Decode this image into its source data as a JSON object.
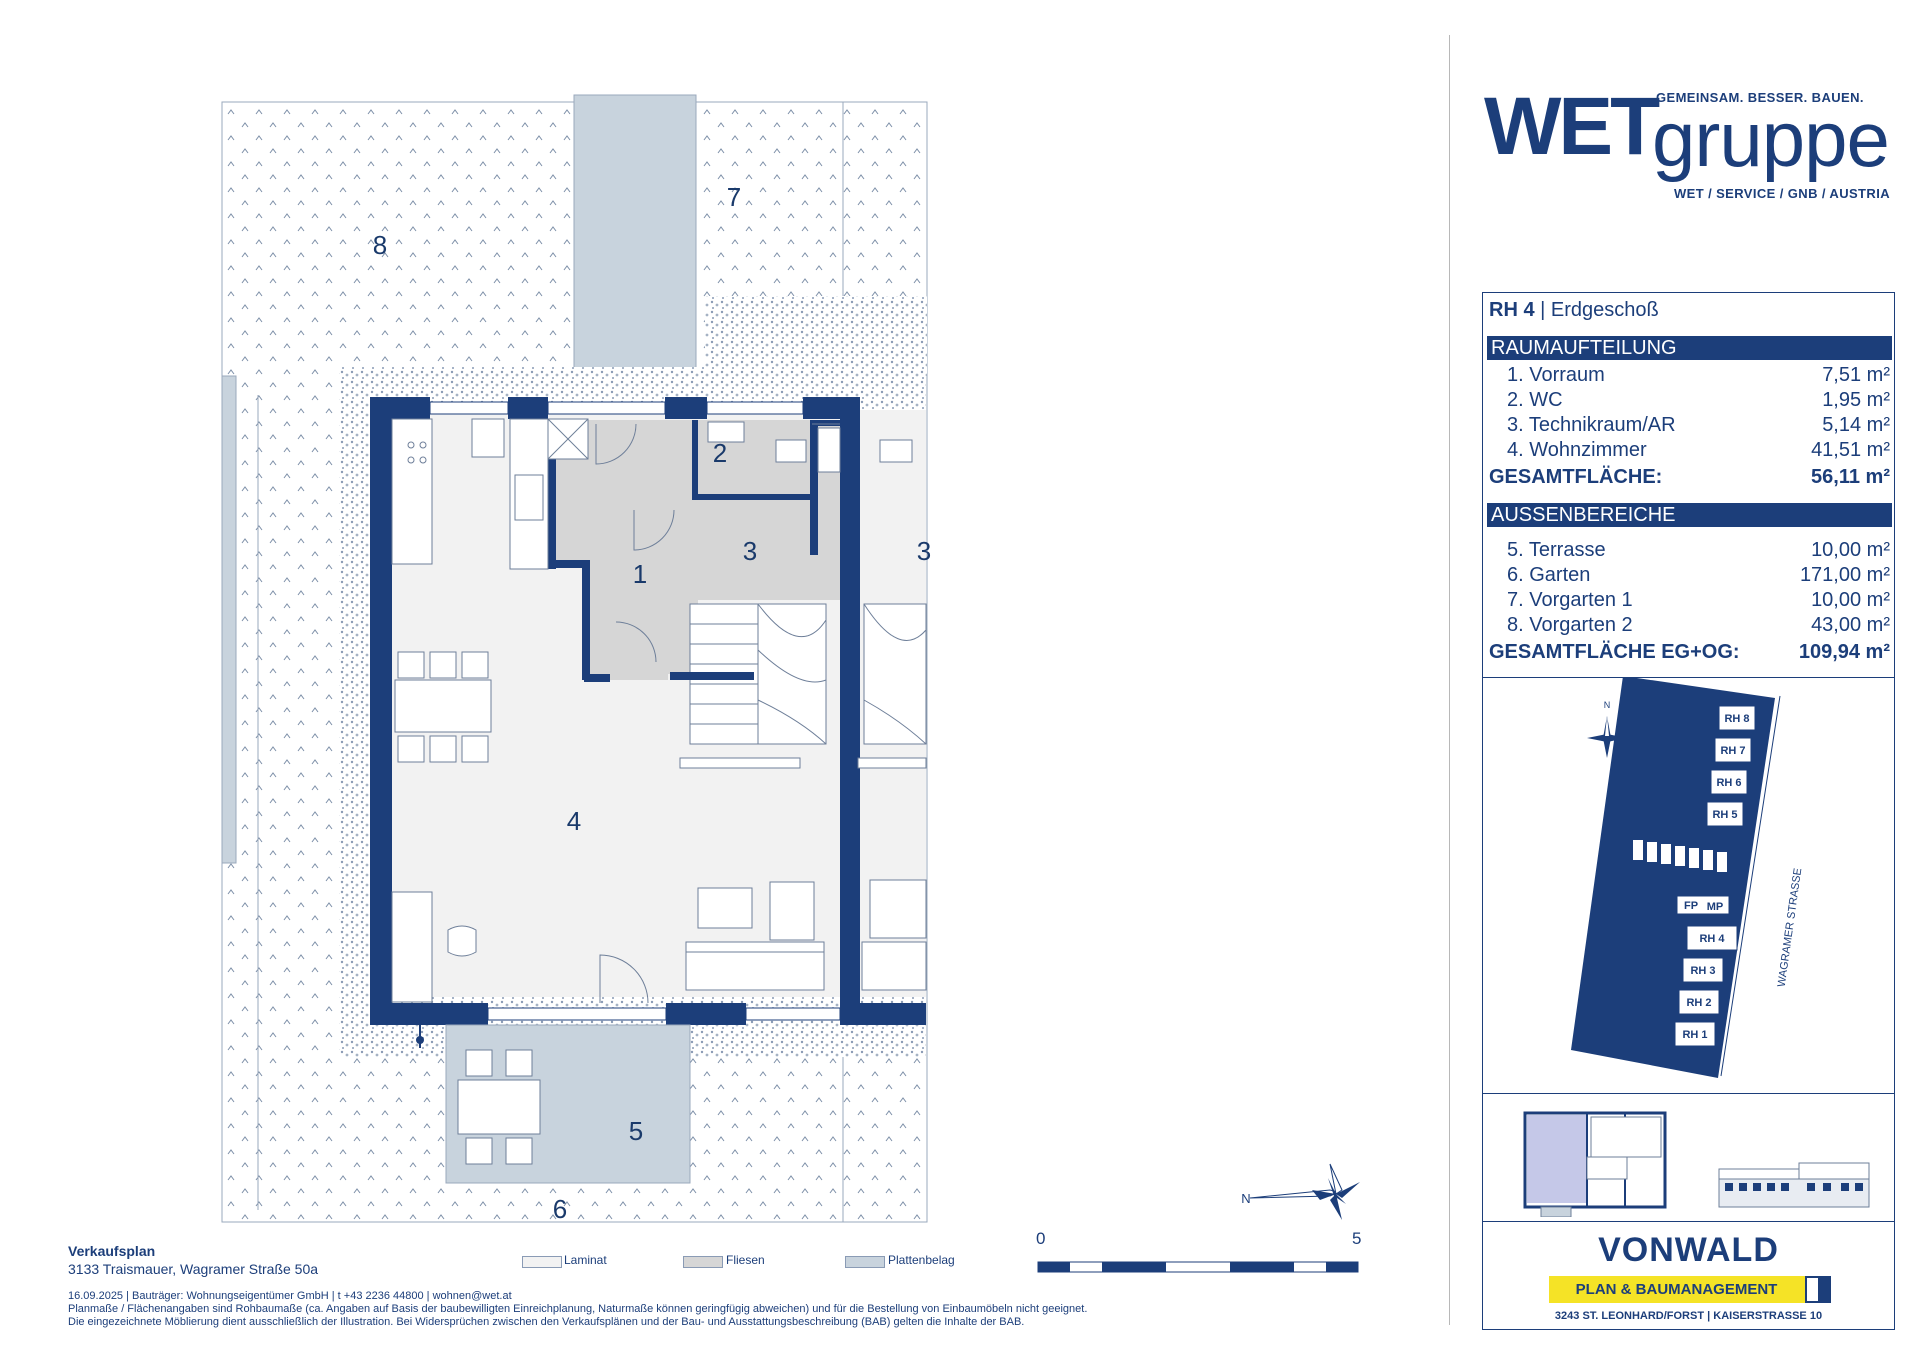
{
  "plan": {
    "room_numbers": [
      "1",
      "2",
      "3",
      "4",
      "5",
      "6",
      "7",
      "8"
    ],
    "partial_number": "3",
    "wall_color": "#1c3e7a",
    "laminat_color": "#f2f2f2",
    "fliesen_color": "#d6d6d6",
    "plattenbelag_color": "#c8d3dd"
  },
  "compass": {
    "north_letter": "N"
  },
  "scale": {
    "start": "0",
    "end": "5"
  },
  "legend": [
    {
      "label": "Laminat",
      "color": "#f2f2f2"
    },
    {
      "label": "Fliesen",
      "color": "#d6d6d6"
    },
    {
      "label": "Plattenbelag",
      "color": "#c8d3dd"
    }
  ],
  "footer": {
    "title": "Verkaufsplan",
    "address": "3133 Traismauer, Wagramer Straße  50a",
    "line1": "16.09.2025 | Bauträger: Wohnungseigentümer GmbH | t +43 2236 44800 | wohnen@wet.at",
    "line2": "Planmaße / Flächenangaben sind Rohbaumaße (ca. Angaben auf Basis der baubewilligten Einreichplanung, Naturmaße können geringfügig abweichen) und für die Bestellung von Einbaumöbeln nicht geeignet.",
    "line3": "Die eingezeichnete Möblierung dient ausschließlich der Illustration. Bei Widersprüchen zwischen den Verkaufsplänen und der Bau- und Ausstattungsbeschreibung (BAB) gelten die Inhalte der BAB."
  },
  "logo": {
    "wet": "WET",
    "gruppe": "gruppe",
    "slogan": "GEMEINSAM. BESSER. BAUEN.",
    "sub": "WET / SERVICE / GNB / AUSTRIA"
  },
  "panel": {
    "unit": "RH 4",
    "level": "Erdgeschoß",
    "section1_title": "RAUMAUFTEILUNG",
    "rooms": [
      {
        "name": "1. Vorraum",
        "area": "7,51 m²"
      },
      {
        "name": "2. WC",
        "area": "1,95 m²"
      },
      {
        "name": "3. Technikraum/AR",
        "area": "5,14 m²"
      },
      {
        "name": "4. Wohnzimmer",
        "area": "41,51 m²"
      }
    ],
    "total1_label": "GESAMTFLÄCHE:",
    "total1_value": "56,11 m²",
    "section2_title": "AUSSENBEREICHE",
    "outdoor": [
      {
        "name": "5. Terrasse",
        "area": "10,00 m²"
      },
      {
        "name": "6. Garten",
        "area": "171,00 m²"
      },
      {
        "name": "7. Vorgarten 1",
        "area": "10,00 m²"
      },
      {
        "name": "8. Vorgarten 2",
        "area": "43,00 m²"
      }
    ],
    "total2_label": "GESAMTFLÄCHE EG+OG:",
    "total2_value": "109,94 m²"
  },
  "siteplan": {
    "north": "N",
    "units": [
      "RH 8",
      "RH 7",
      "RH 6",
      "RH 5",
      "RH 4",
      "RH 3",
      "RH 2",
      "RH 1"
    ],
    "fp": "FP",
    "mp": "MP",
    "street": "WAGRAMER STRASSE"
  },
  "vonwald": {
    "name": "VONWALD",
    "tagline": "PLAN & BAUMANAGEMENT",
    "address": "3243 ST. LEONHARD/FORST  |  KAISERSTRASSE 10"
  }
}
